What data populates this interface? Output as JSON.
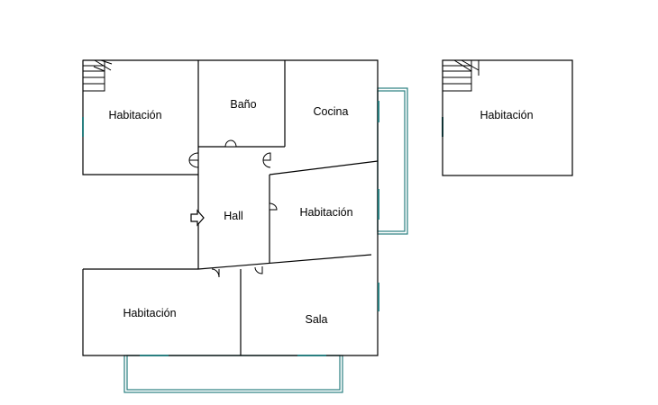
{
  "plan": {
    "rooms": [
      {
        "id": "habitacion-1",
        "label": "Habitación"
      },
      {
        "id": "bano",
        "label": "Baño"
      },
      {
        "id": "cocina",
        "label": "Cocina"
      },
      {
        "id": "hall",
        "label": "Hall"
      },
      {
        "id": "habitacion-2",
        "label": "Habitación"
      },
      {
        "id": "habitacion-3",
        "label": "Habitación"
      },
      {
        "id": "sala",
        "label": "Sala"
      },
      {
        "id": "habitacion-4",
        "label": "Habitación"
      }
    ],
    "entrance_icon": "arrow-right-icon",
    "colors": {
      "walls": "#000000",
      "windows_terrace": "#2a7f80",
      "background": "#ffffff"
    }
  }
}
